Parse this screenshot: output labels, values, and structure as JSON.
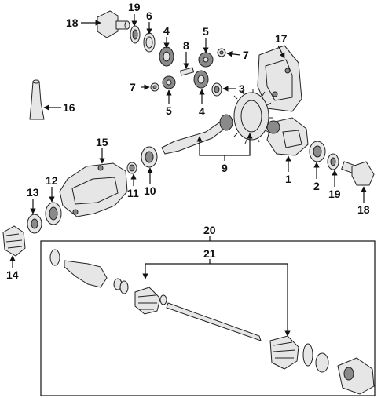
{
  "callouts": {
    "c1": "1",
    "c2": "2",
    "c3": "3",
    "c4a": "4",
    "c4b": "4",
    "c5a": "5",
    "c5b": "5",
    "c6": "6",
    "c7a": "7",
    "c7b": "7",
    "c8": "8",
    "c9": "9",
    "c10": "10",
    "c11": "11",
    "c12": "12",
    "c13": "13",
    "c14": "14",
    "c15": "15",
    "c16": "16",
    "c17": "17",
    "c18a": "18",
    "c18b": "18",
    "c19a": "19",
    "c19b": "19",
    "c20": "20",
    "c21": "21"
  }
}
